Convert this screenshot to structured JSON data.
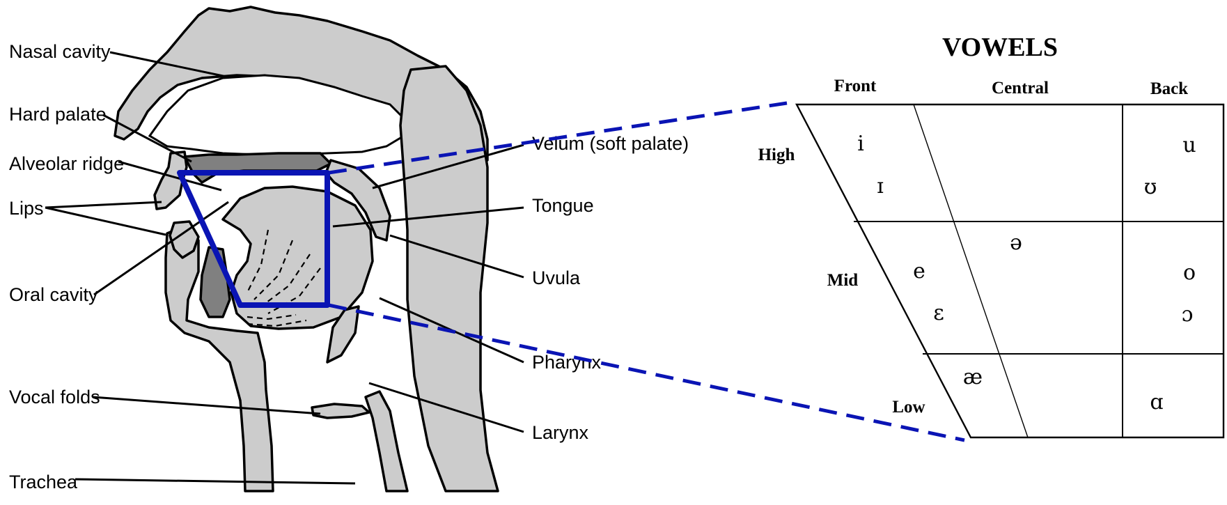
{
  "anatomy": {
    "labels": {
      "nasal_cavity": "Nasal cavity",
      "hard_palate": "Hard palate",
      "alveolar_ridge": "Alveolar ridge",
      "lips": "Lips",
      "oral_cavity": "Oral cavity",
      "vocal_folds": "Vocal folds",
      "trachea": "Trachea",
      "velum": "Velum (soft palate)",
      "tongue": "Tongue",
      "uvula": "Uvula",
      "pharynx": "Pharynx",
      "larynx": "Larynx"
    }
  },
  "vowel_chart": {
    "title": "VOWELS",
    "columns": {
      "front": "Front",
      "central": "Central",
      "back": "Back"
    },
    "rows": {
      "high": "High",
      "mid": "Mid",
      "low": "Low"
    },
    "symbols": {
      "i": "i",
      "small_i": "ɪ",
      "u": "u",
      "small_u": "ʊ",
      "schwa": "ə",
      "e": "e",
      "epsilon": "ɛ",
      "o": "o",
      "open_o": "ɔ",
      "ae": "æ",
      "alpha": "ɑ"
    }
  },
  "colors": {
    "tract_fill": "#cccccc",
    "tooth_fill": "#808080",
    "highlight": "#0a14b4"
  }
}
